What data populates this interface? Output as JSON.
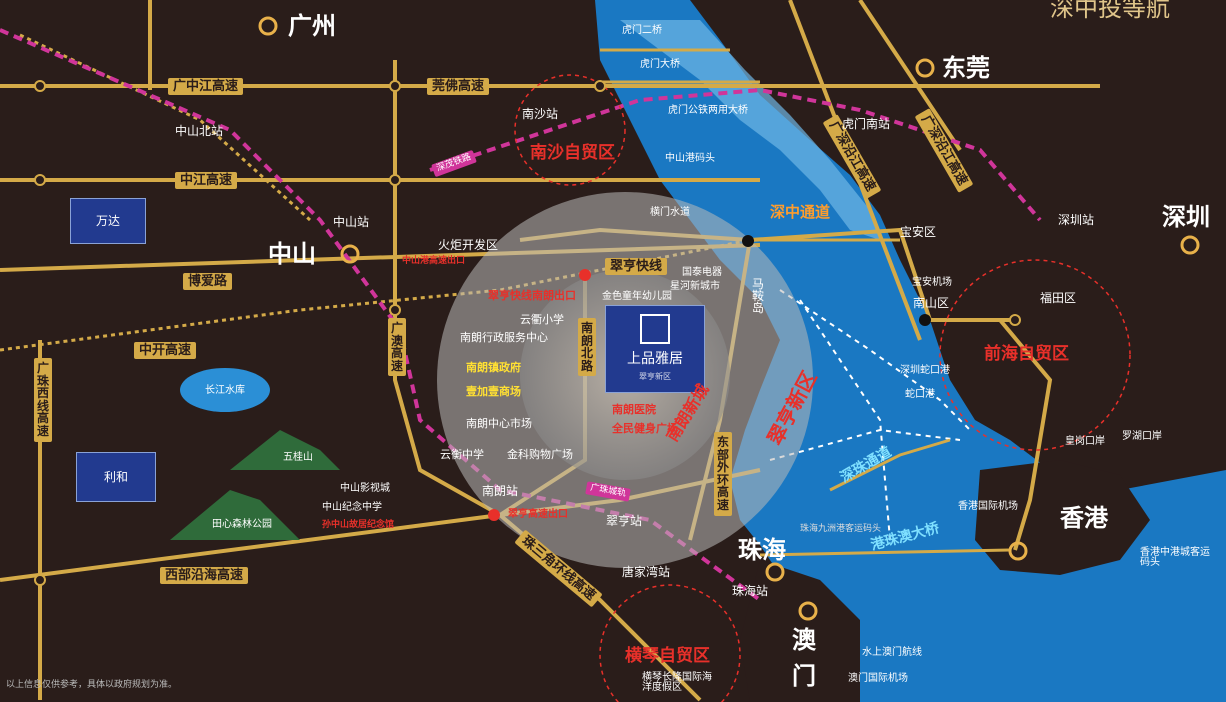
{
  "colors": {
    "land": "#2a1d1a",
    "water": "#1a78c2",
    "highway": "#d4aa48",
    "railway": "#d0359a",
    "zone_red": "#e8302a",
    "project_blue": "#223a8f"
  },
  "cities": {
    "guangzhou": "广州",
    "dongguan": "东莞",
    "shenzhen": "深圳",
    "zhongshan": "中山",
    "zhuhai": "珠海",
    "macau_1": "澳",
    "macau_2": "门",
    "hongkong": "香港",
    "top_right": "深中投等航"
  },
  "highways": {
    "guangzhong": "广中江高速",
    "guanfo": "莞佛高速",
    "zhongjiang": "中江高速",
    "zhongkai": "中开高速",
    "boai": "博爱路",
    "xibu": "西部沿海高速",
    "guangzhu_west": "广珠西线高速",
    "guangao": "广澳高速",
    "zhusanjiao": "珠三角环线高速",
    "guangshen": "广深沿江高速",
    "nanlang_north": "南朗北路",
    "dongbu_waihuan": "东部外环高速",
    "cuiheng_kuaixian": "翠亨快线",
    "shenzhen_yanjiang": "广深沿江高速"
  },
  "bridges": {
    "humen2": "虎门二桥",
    "humen": "虎门大桥",
    "humen_rail": "虎门公铁两用大桥",
    "shenzhong": "深中通道",
    "shenzhu": "深珠通道",
    "gangzhuao": "港珠澳大桥",
    "humen_channel": "横门水道"
  },
  "stations": {
    "zhongshan_north": "中山北站",
    "zhongshan": "中山站",
    "nansha": "南沙站",
    "humen_south": "虎门南站",
    "shenzhen": "深圳站",
    "nanlang": "南朗站",
    "cuiheng": "翠亨站",
    "tangjiawan": "唐家湾站",
    "zhuhai": "珠海站"
  },
  "zones": {
    "nansha": "南沙自贸区",
    "qianhai": "前海自贸区",
    "hengqin": "横琴自贸区",
    "cuiheng_new": "翠亨新区",
    "nanlang_new": "南朗新城"
  },
  "areas": {
    "baoan": "宝安区",
    "baoan_airport": "宝安机场",
    "nanshan": "南山区",
    "futian": "福田区",
    "shekou": "蛇口港",
    "shekou_terminal": "深圳蛇口港",
    "huanggang": "皇岗口岸",
    "luohu": "罗湖口岸",
    "hk_airport": "香港国际机场",
    "hk_ferry": "香港中港城客运码头",
    "macau_airport": "澳门国际机场",
    "macau_ferry": "水上澳门航线",
    "zhuhai_ferry": "珠海九洲港客运码头",
    "zhongshan_port": "中山港码头",
    "huoju": "火炬开发区",
    "maan": "马鞍岛"
  },
  "project": {
    "name": "上品雅居",
    "sub": "翠亨新区"
  },
  "pois": {
    "cuiheng_exit": "翠亨快线南朗出口",
    "zhongshan_exit": "中山港高速出口",
    "cuiheng_high_exit": "翠亨高速出口",
    "kindergarten": "金色童年幼儿园",
    "school": "云衢小学",
    "nanlang_service": "南朗行政服务中心",
    "nanlang_gov": "南朗镇政府",
    "yijia": "壹加壹商场",
    "nanlang_hospital": "南朗医院",
    "fitness": "全民健身广场",
    "market": "南朗中心市场",
    "yunheng_school": "云衡中学",
    "plaza": "金科购物广场",
    "guotai": "国泰电器",
    "xinghe": "星河新城市",
    "changjiang": "长江水库",
    "wuguishan": "五桂山",
    "tianxin": "田心森林公园",
    "film": "中山影视城",
    "jinji": "中山纪念中学",
    "sunyatsen": "孙中山故居纪念馆",
    "hengqin_chimelong": "横琴长隆国际海洋度假区",
    "guangzhu_rail": "广珠城轨",
    "nansha_rail": "深茂铁路",
    "footnote": "以上信息仅供参考，具体以政府规划为准。"
  },
  "left_badge_1": "万达",
  "left_badge_2": "利和"
}
